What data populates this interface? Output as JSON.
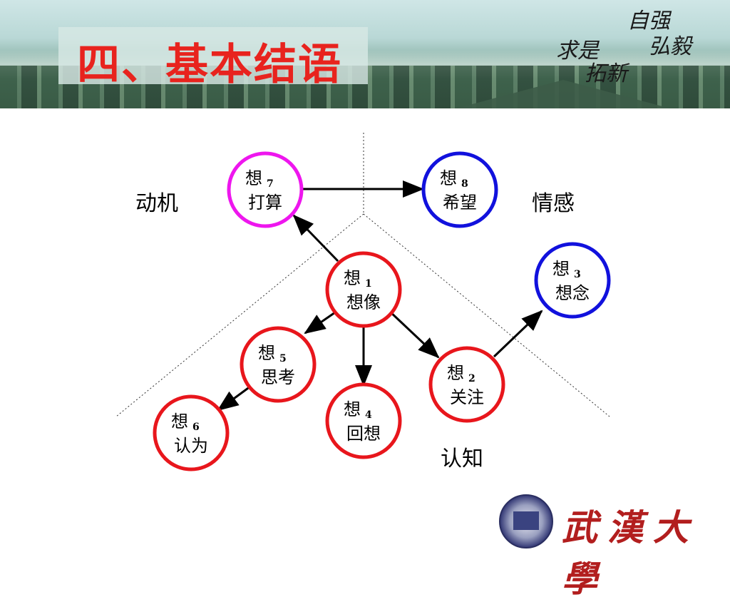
{
  "header": {
    "title": "四、基本结语",
    "calligraphy": [
      "自强",
      "弘毅",
      "求是",
      "拓新"
    ]
  },
  "regions": {
    "motivation": "动机",
    "emotion": "情感",
    "cognition": "认知"
  },
  "nodes": [
    {
      "id": "n7",
      "label": "想",
      "sub": "7",
      "text": "打算",
      "color": "#ee16ee"
    },
    {
      "id": "n8",
      "label": "想",
      "sub": "8",
      "text": "希望",
      "color": "#1111dd"
    },
    {
      "id": "n1",
      "label": "想",
      "sub": "1",
      "text": "想像",
      "color": "#e8161c"
    },
    {
      "id": "n3",
      "label": "想",
      "sub": "3",
      "text": "想念",
      "color": "#1111dd"
    },
    {
      "id": "n5",
      "label": "想",
      "sub": "5",
      "text": "思考",
      "color": "#e8161c"
    },
    {
      "id": "n2",
      "label": "想",
      "sub": "2",
      "text": "关注",
      "color": "#e8161c"
    },
    {
      "id": "n4",
      "label": "想",
      "sub": "4",
      "text": "回想",
      "color": "#e8161c"
    },
    {
      "id": "n6",
      "label": "想",
      "sub": "6",
      "text": "认为",
      "color": "#e8161c"
    }
  ],
  "footer": {
    "logo_text": "武漢大學"
  }
}
